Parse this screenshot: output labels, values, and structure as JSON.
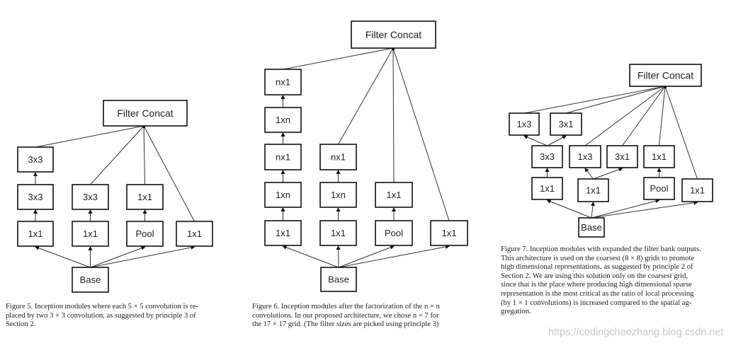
{
  "figures": [
    {
      "nodes": [
        "Filter Concat",
        "3x3",
        "3x3",
        "1x1",
        "3x3",
        "1x1",
        "1x1",
        "Pool",
        "1x1",
        "Base"
      ],
      "caption": [
        "Figure 5. Inception modules where each 5 × 5 convolution is re-",
        "placed by two 3 × 3 convolution, as suggested by principle 3 of",
        "Section 2."
      ]
    },
    {
      "nodes": [
        "Filter Concat",
        "nx1",
        "1xn",
        "nx1",
        "1xn",
        "1x1",
        "nx1",
        "1xn",
        "1x1",
        "1x1",
        "Pool",
        "1x1",
        "Base"
      ],
      "caption": [
        "Figure 6. Inception modules after the factorization of the n × n",
        "convolutions. In our proposed architecture, we chose n = 7 for",
        "the 17 × 17 grid. (The filter sizes are picked using principle 3)"
      ]
    },
    {
      "nodes": [
        "Filter Concat",
        "1x3",
        "3x1",
        "3x3",
        "1x3",
        "3x1",
        "1x1",
        "1x1",
        "1x1",
        "Pool",
        "1x1",
        "Base"
      ],
      "caption": [
        "Figure 7. Inception modules with expanded the filter bank outputs.",
        "This architecture is used on the coarsest (8 × 8) grids to promote",
        "high dimensional representations, as suggested by principle 2 of",
        "Section 2. We are using this solution only on the coarsest grid,",
        "since that is the place where producing high dimensional sparse",
        "representation is the most critical as the ratio of local processing",
        "(by 1 × 1 convolutions) is increased compared to the spatial ag-",
        "gregation."
      ]
    }
  ],
  "watermark": "https://codingchaozhang.blog.csdn.net"
}
